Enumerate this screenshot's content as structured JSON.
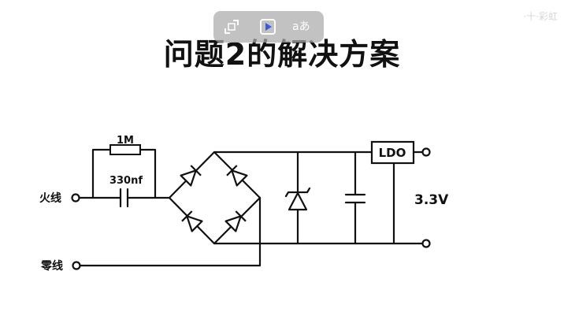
{
  "title": "问题2的解决方案",
  "toolbar": {
    "buttons": [
      {
        "name": "exit-fullscreen-icon"
      },
      {
        "name": "play-icon"
      },
      {
        "name": "translate-icon",
        "text": "aあ"
      }
    ]
  },
  "watermark": "·十·彩虹",
  "circuit": {
    "resistor_label": "1M",
    "capacitor_label": "330nf",
    "live_label": "火线",
    "neutral_label": "零线",
    "regulator_label": "LDO",
    "output_voltage": "3.3V"
  }
}
